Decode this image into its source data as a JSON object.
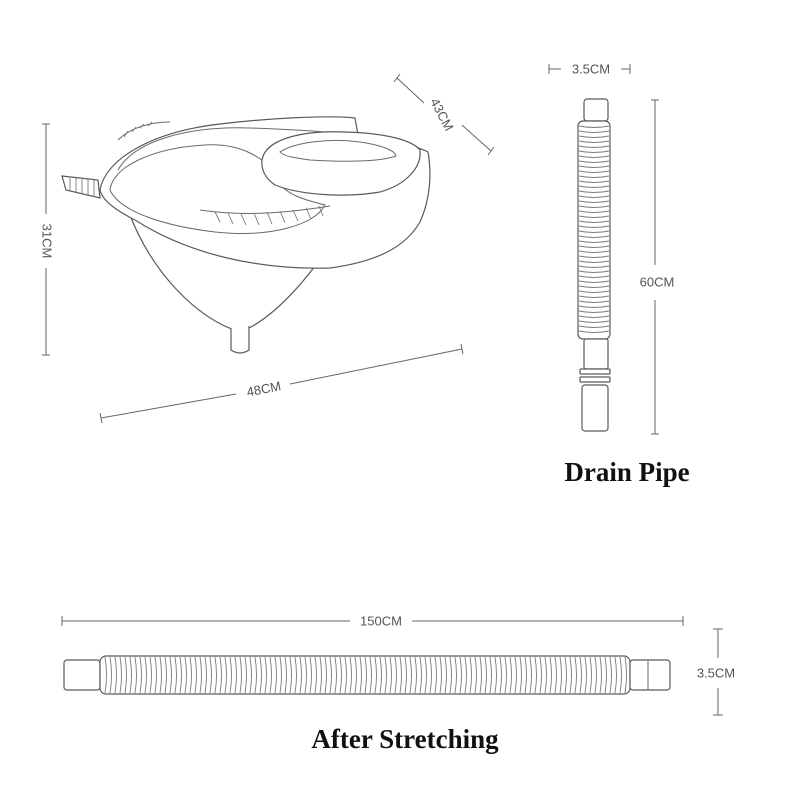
{
  "basin": {
    "dimensions": {
      "height": "31CM",
      "width": "48CM",
      "depth": "43CM"
    }
  },
  "drain_pipe": {
    "caption": "Drain Pipe",
    "dimensions": {
      "diameter": "3.5CM",
      "length": "60CM"
    }
  },
  "stretched_pipe": {
    "caption": "After Stretching",
    "dimensions": {
      "length": "150CM",
      "diameter": "3.5CM"
    }
  }
}
